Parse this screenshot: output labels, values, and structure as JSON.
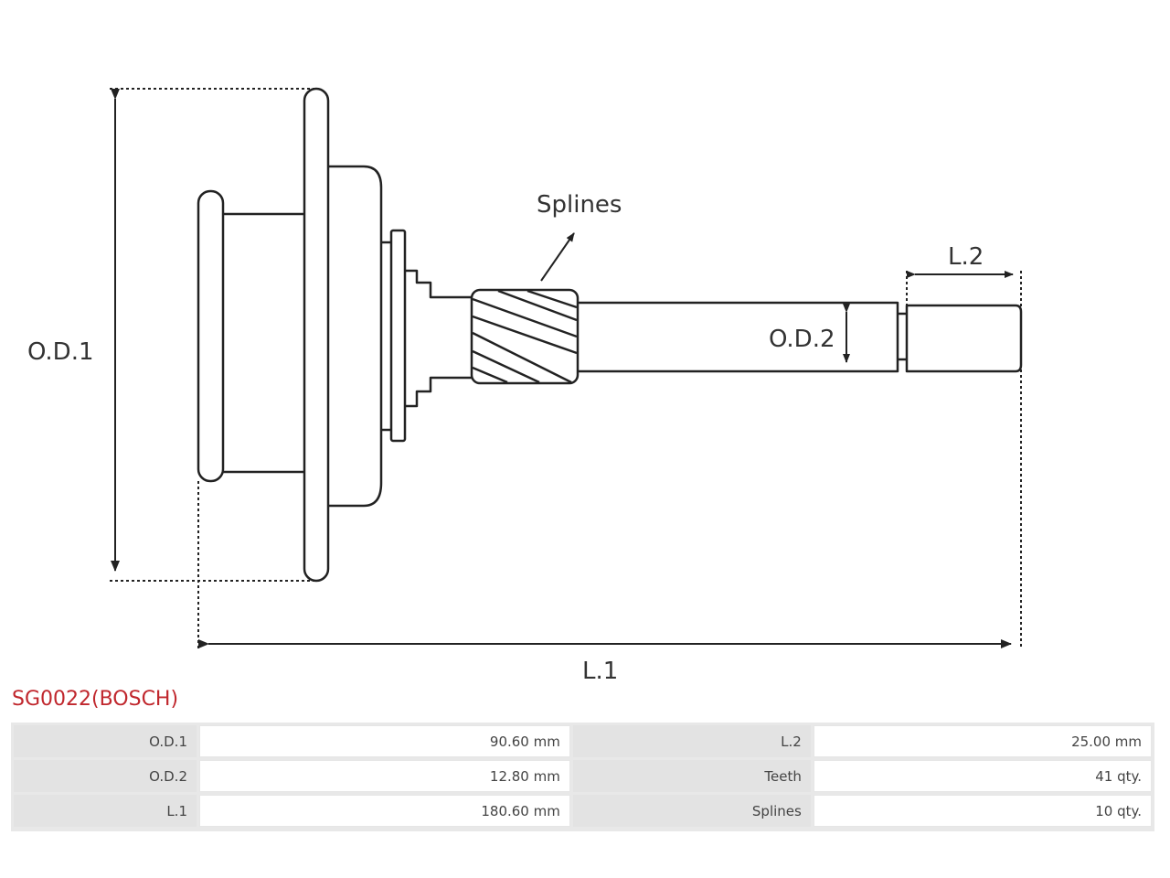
{
  "diagram": {
    "labels": {
      "od1": "O.D.1",
      "od2": "O.D.2",
      "l1": "L.1",
      "l2": "L.2",
      "splines": "Splines"
    },
    "line_color": "#222222"
  },
  "part": {
    "title": "SG0022(BOSCH)",
    "title_color": "#c0272d"
  },
  "specs": {
    "rows": [
      {
        "k1": "O.D.1",
        "v1": "90.60 mm",
        "k2": "L.2",
        "v2": "25.00 mm"
      },
      {
        "k1": "O.D.2",
        "v1": "12.80 mm",
        "k2": "Teeth",
        "v2": "41 qty."
      },
      {
        "k1": "L.1",
        "v1": "180.60 mm",
        "k2": "Splines",
        "v2": "10 qty."
      }
    ]
  }
}
